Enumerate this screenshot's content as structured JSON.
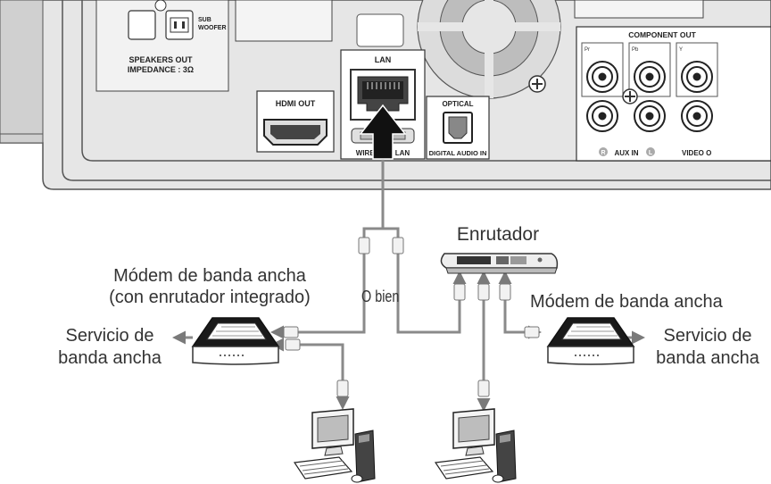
{
  "panel": {
    "speakers_out": "SPEAKERS OUT",
    "impedance": "IMPEDANCE : 3Ω",
    "subwoofer_top": "SUB",
    "subwoofer_bottom": "WOOFER",
    "lan": "LAN",
    "hdmi_out": "HDMI OUT",
    "optical": "OPTICAL",
    "digital_audio_in": "DIGITAL AUDIO IN",
    "wireless_lan": "WIRELESS LAN",
    "component_out": "COMPONENT OUT",
    "pr": "Pr",
    "pb": "Pb",
    "y": "Y",
    "r": "R",
    "l": "L",
    "aux_in": "AUX IN",
    "video_out": "VIDEO O"
  },
  "labels": {
    "router": "Enrutador",
    "modem_integrated_line1": "Módem de banda ancha",
    "modem_integrated_line2": "(con enrutador integrado)",
    "or": "O bien",
    "modem": "Módem de banda ancha",
    "service_left_line1": "Servicio de",
    "service_left_line2": "banda ancha",
    "service_right_line1": "Servicio de",
    "service_right_line2": "banda ancha"
  },
  "colors": {
    "panel": "#e4e4e4",
    "cable": "#8a8a8a",
    "outline": "#333333"
  }
}
